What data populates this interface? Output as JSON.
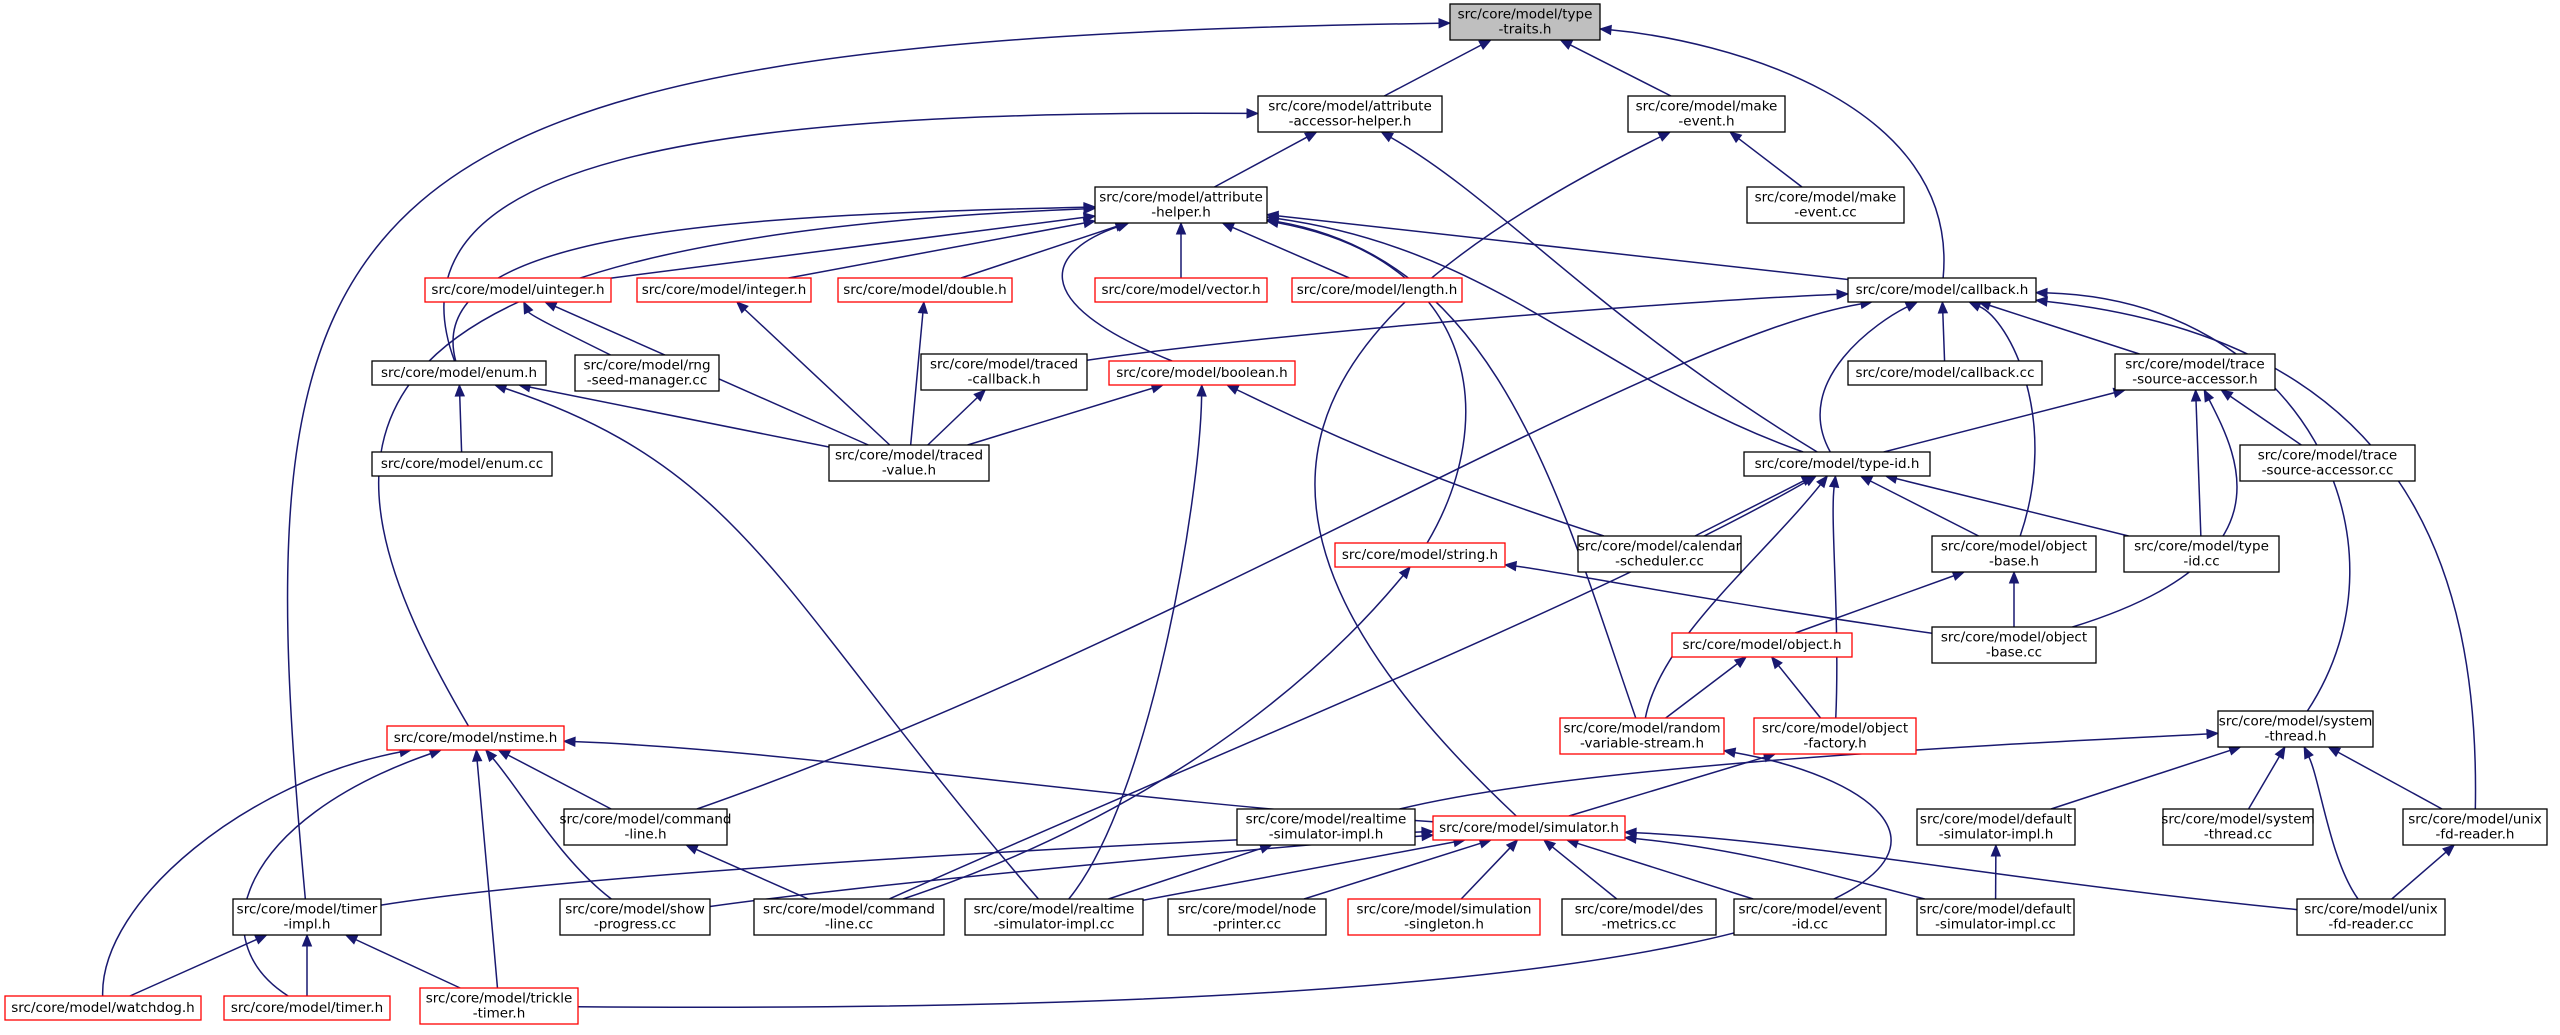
{
  "colors": {
    "edge": "#191970",
    "node_border_normal": "#000000",
    "node_border_truncated": "#ff0000",
    "root_fill": "#bfbfbf",
    "node_fill": "#ffffff"
  },
  "nodes": [
    {
      "id": "type_traits_h",
      "lines": [
        "src/core/model/type",
        "-traits.h"
      ],
      "style": "root"
    },
    {
      "id": "attribute_accessor_helper_h",
      "lines": [
        "src/core/model/attribute",
        "-accessor-helper.h"
      ],
      "style": "normal"
    },
    {
      "id": "make_event_h",
      "lines": [
        "src/core/model/make",
        "-event.h"
      ],
      "style": "normal"
    },
    {
      "id": "make_event_cc",
      "lines": [
        "src/core/model/make",
        "-event.cc"
      ],
      "style": "normal"
    },
    {
      "id": "attribute_helper_h",
      "lines": [
        "src/core/model/attribute",
        "-helper.h"
      ],
      "style": "normal"
    },
    {
      "id": "uinteger_h",
      "lines": [
        "src/core/model/uinteger.h"
      ],
      "style": "truncated"
    },
    {
      "id": "integer_h",
      "lines": [
        "src/core/model/integer.h"
      ],
      "style": "truncated"
    },
    {
      "id": "double_h",
      "lines": [
        "src/core/model/double.h"
      ],
      "style": "truncated"
    },
    {
      "id": "vector_h",
      "lines": [
        "src/core/model/vector.h"
      ],
      "style": "truncated"
    },
    {
      "id": "length_h",
      "lines": [
        "src/core/model/length.h"
      ],
      "style": "truncated"
    },
    {
      "id": "callback_h",
      "lines": [
        "src/core/model/callback.h"
      ],
      "style": "normal"
    },
    {
      "id": "rng_seed_manager_cc",
      "lines": [
        "src/core/model/rng",
        "-seed-manager.cc"
      ],
      "style": "normal"
    },
    {
      "id": "enum_h",
      "lines": [
        "src/core/model/enum.h"
      ],
      "style": "normal"
    },
    {
      "id": "traced_callback_h",
      "lines": [
        "src/core/model/traced",
        "-callback.h"
      ],
      "style": "normal"
    },
    {
      "id": "boolean_h",
      "lines": [
        "src/core/model/boolean.h"
      ],
      "style": "truncated"
    },
    {
      "id": "callback_cc",
      "lines": [
        "src/core/model/callback.cc"
      ],
      "style": "normal"
    },
    {
      "id": "trace_source_accessor_h",
      "lines": [
        "src/core/model/trace",
        "-source-accessor.h"
      ],
      "style": "normal"
    },
    {
      "id": "enum_cc",
      "lines": [
        "src/core/model/enum.cc"
      ],
      "style": "normal"
    },
    {
      "id": "traced_value_h",
      "lines": [
        "src/core/model/traced",
        "-value.h"
      ],
      "style": "normal"
    },
    {
      "id": "type_id_h",
      "lines": [
        "src/core/model/type-id.h"
      ],
      "style": "normal"
    },
    {
      "id": "trace_source_accessor_cc",
      "lines": [
        "src/core/model/trace",
        "-source-accessor.cc"
      ],
      "style": "normal"
    },
    {
      "id": "string_h",
      "lines": [
        "src/core/model/string.h"
      ],
      "style": "truncated"
    },
    {
      "id": "calendar_scheduler_cc",
      "lines": [
        "src/core/model/calendar",
        "-scheduler.cc"
      ],
      "style": "normal"
    },
    {
      "id": "object_base_h",
      "lines": [
        "src/core/model/object",
        "-base.h"
      ],
      "style": "normal"
    },
    {
      "id": "type_id_cc",
      "lines": [
        "src/core/model/type",
        "-id.cc"
      ],
      "style": "normal"
    },
    {
      "id": "object_h",
      "lines": [
        "src/core/model/object.h"
      ],
      "style": "truncated"
    },
    {
      "id": "object_base_cc",
      "lines": [
        "src/core/model/object",
        "-base.cc"
      ],
      "style": "normal"
    },
    {
      "id": "nstime_h",
      "lines": [
        "src/core/model/nstime.h"
      ],
      "style": "truncated"
    },
    {
      "id": "random_variable_stream_h",
      "lines": [
        "src/core/model/random",
        "-variable-stream.h"
      ],
      "style": "truncated"
    },
    {
      "id": "object_factory_h",
      "lines": [
        "src/core/model/object",
        "-factory.h"
      ],
      "style": "truncated"
    },
    {
      "id": "system_thread_h",
      "lines": [
        "src/core/model/system",
        "-thread.h"
      ],
      "style": "normal"
    },
    {
      "id": "command_line_h",
      "lines": [
        "src/core/model/command",
        "-line.h"
      ],
      "style": "normal"
    },
    {
      "id": "realtime_simulator_impl_h",
      "lines": [
        "src/core/model/realtime",
        "-simulator-impl.h"
      ],
      "style": "normal"
    },
    {
      "id": "simulator_h",
      "lines": [
        "src/core/model/simulator.h"
      ],
      "style": "truncated"
    },
    {
      "id": "default_simulator_impl_h",
      "lines": [
        "src/core/model/default",
        "-simulator-impl.h"
      ],
      "style": "normal"
    },
    {
      "id": "system_thread_cc",
      "lines": [
        "src/core/model/system",
        "-thread.cc"
      ],
      "style": "normal"
    },
    {
      "id": "unix_fd_reader_h",
      "lines": [
        "src/core/model/unix",
        "-fd-reader.h"
      ],
      "style": "normal"
    },
    {
      "id": "timer_impl_h",
      "lines": [
        "src/core/model/timer",
        "-impl.h"
      ],
      "style": "normal"
    },
    {
      "id": "show_progress_cc",
      "lines": [
        "src/core/model/show",
        "-progress.cc"
      ],
      "style": "normal"
    },
    {
      "id": "command_line_cc",
      "lines": [
        "src/core/model/command",
        "-line.cc"
      ],
      "style": "normal"
    },
    {
      "id": "realtime_simulator_impl_cc",
      "lines": [
        "src/core/model/realtime",
        "-simulator-impl.cc"
      ],
      "style": "normal"
    },
    {
      "id": "node_printer_cc",
      "lines": [
        "src/core/model/node",
        "-printer.cc"
      ],
      "style": "normal"
    },
    {
      "id": "simulation_singleton_h",
      "lines": [
        "src/core/model/simulation",
        "-singleton.h"
      ],
      "style": "truncated"
    },
    {
      "id": "des_metrics_cc",
      "lines": [
        "src/core/model/des",
        "-metrics.cc"
      ],
      "style": "normal"
    },
    {
      "id": "event_id_cc",
      "lines": [
        "src/core/model/event",
        "-id.cc"
      ],
      "style": "normal"
    },
    {
      "id": "default_simulator_impl_cc",
      "lines": [
        "src/core/model/default",
        "-simulator-impl.cc"
      ],
      "style": "normal"
    },
    {
      "id": "unix_fd_reader_cc",
      "lines": [
        "src/core/model/unix",
        "-fd-reader.cc"
      ],
      "style": "normal"
    },
    {
      "id": "watchdog_h",
      "lines": [
        "src/core/model/watchdog.h"
      ],
      "style": "truncated"
    },
    {
      "id": "timer_h",
      "lines": [
        "src/core/model/timer.h"
      ],
      "style": "truncated"
    },
    {
      "id": "trickle_timer_h",
      "lines": [
        "src/core/model/trickle",
        "-timer.h"
      ],
      "style": "truncated"
    }
  ],
  "edges": [
    {
      "from": "attribute_accessor_helper_h",
      "to": "type_traits_h"
    },
    {
      "from": "make_event_h",
      "to": "type_traits_h"
    },
    {
      "from": "callback_h",
      "to": "type_traits_h"
    },
    {
      "from": "timer_impl_h",
      "to": "type_traits_h"
    },
    {
      "from": "make_event_cc",
      "to": "make_event_h"
    },
    {
      "from": "simulator_h",
      "to": "make_event_h"
    },
    {
      "from": "attribute_helper_h",
      "to": "attribute_accessor_helper_h"
    },
    {
      "from": "type_id_h",
      "to": "attribute_accessor_helper_h"
    },
    {
      "from": "enum_h",
      "to": "attribute_accessor_helper_h"
    },
    {
      "from": "uinteger_h",
      "to": "attribute_helper_h"
    },
    {
      "from": "integer_h",
      "to": "attribute_helper_h"
    },
    {
      "from": "double_h",
      "to": "attribute_helper_h"
    },
    {
      "from": "vector_h",
      "to": "attribute_helper_h"
    },
    {
      "from": "length_h",
      "to": "attribute_helper_h"
    },
    {
      "from": "callback_h",
      "to": "attribute_helper_h"
    },
    {
      "from": "boolean_h",
      "to": "attribute_helper_h"
    },
    {
      "from": "enum_h",
      "to": "attribute_helper_h"
    },
    {
      "from": "nstime_h",
      "to": "attribute_helper_h"
    },
    {
      "from": "type_id_h",
      "to": "attribute_helper_h"
    },
    {
      "from": "string_h",
      "to": "attribute_helper_h"
    },
    {
      "from": "random_variable_stream_h",
      "to": "attribute_helper_h"
    },
    {
      "from": "rng_seed_manager_cc",
      "to": "uinteger_h"
    },
    {
      "from": "traced_value_h",
      "to": "uinteger_h"
    },
    {
      "from": "traced_value_h",
      "to": "integer_h"
    },
    {
      "from": "traced_value_h",
      "to": "double_h"
    },
    {
      "from": "traced_value_h",
      "to": "boolean_h"
    },
    {
      "from": "calendar_scheduler_cc",
      "to": "boolean_h"
    },
    {
      "from": "realtime_simulator_impl_cc",
      "to": "boolean_h"
    },
    {
      "from": "traced_callback_h",
      "to": "callback_h"
    },
    {
      "from": "callback_cc",
      "to": "callback_h"
    },
    {
      "from": "trace_source_accessor_h",
      "to": "callback_h"
    },
    {
      "from": "type_id_h",
      "to": "callback_h"
    },
    {
      "from": "object_base_h",
      "to": "callback_h"
    },
    {
      "from": "command_line_h",
      "to": "callback_h"
    },
    {
      "from": "system_thread_h",
      "to": "callback_h"
    },
    {
      "from": "unix_fd_reader_h",
      "to": "callback_h"
    },
    {
      "from": "traced_value_h",
      "to": "traced_callback_h"
    },
    {
      "from": "enum_cc",
      "to": "enum_h"
    },
    {
      "from": "traced_value_h",
      "to": "enum_h"
    },
    {
      "from": "realtime_simulator_impl_cc",
      "to": "enum_h"
    },
    {
      "from": "type_id_h",
      "to": "trace_source_accessor_h"
    },
    {
      "from": "trace_source_accessor_cc",
      "to": "trace_source_accessor_h"
    },
    {
      "from": "type_id_cc",
      "to": "trace_source_accessor_h"
    },
    {
      "from": "object_base_cc",
      "to": "trace_source_accessor_h"
    },
    {
      "from": "calendar_scheduler_cc",
      "to": "type_id_h"
    },
    {
      "from": "object_base_h",
      "to": "type_id_h"
    },
    {
      "from": "type_id_cc",
      "to": "type_id_h"
    },
    {
      "from": "random_variable_stream_h",
      "to": "type_id_h"
    },
    {
      "from": "object_factory_h",
      "to": "type_id_h"
    },
    {
      "from": "command_line_cc",
      "to": "type_id_h"
    },
    {
      "from": "object_base_cc",
      "to": "object_base_h"
    },
    {
      "from": "object_h",
      "to": "object_base_h"
    },
    {
      "from": "random_variable_stream_h",
      "to": "object_h"
    },
    {
      "from": "object_factory_h",
      "to": "object_h"
    },
    {
      "from": "object_base_cc",
      "to": "string_h"
    },
    {
      "from": "command_line_cc",
      "to": "string_h"
    },
    {
      "from": "simulator_h",
      "to": "object_factory_h"
    },
    {
      "from": "trickle_timer_h",
      "to": "random_variable_stream_h"
    },
    {
      "from": "command_line_h",
      "to": "nstime_h"
    },
    {
      "from": "simulator_h",
      "to": "nstime_h"
    },
    {
      "from": "watchdog_h",
      "to": "nstime_h"
    },
    {
      "from": "timer_h",
      "to": "nstime_h"
    },
    {
      "from": "trickle_timer_h",
      "to": "nstime_h"
    },
    {
      "from": "show_progress_cc",
      "to": "nstime_h"
    },
    {
      "from": "command_line_cc",
      "to": "command_line_h"
    },
    {
      "from": "realtime_simulator_impl_cc",
      "to": "realtime_simulator_impl_h"
    },
    {
      "from": "realtime_simulator_impl_h",
      "to": "system_thread_h"
    },
    {
      "from": "default_simulator_impl_h",
      "to": "system_thread_h"
    },
    {
      "from": "system_thread_cc",
      "to": "system_thread_h"
    },
    {
      "from": "unix_fd_reader_h",
      "to": "system_thread_h"
    },
    {
      "from": "unix_fd_reader_cc",
      "to": "system_thread_h"
    },
    {
      "from": "default_simulator_impl_cc",
      "to": "default_simulator_impl_h"
    },
    {
      "from": "unix_fd_reader_cc",
      "to": "unix_fd_reader_h"
    },
    {
      "from": "timer_impl_h",
      "to": "simulator_h"
    },
    {
      "from": "show_progress_cc",
      "to": "simulator_h"
    },
    {
      "from": "realtime_simulator_impl_cc",
      "to": "simulator_h"
    },
    {
      "from": "node_printer_cc",
      "to": "simulator_h"
    },
    {
      "from": "simulation_singleton_h",
      "to": "simulator_h"
    },
    {
      "from": "des_metrics_cc",
      "to": "simulator_h"
    },
    {
      "from": "event_id_cc",
      "to": "simulator_h"
    },
    {
      "from": "default_simulator_impl_cc",
      "to": "simulator_h"
    },
    {
      "from": "unix_fd_reader_cc",
      "to": "simulator_h"
    },
    {
      "from": "watchdog_h",
      "to": "timer_impl_h"
    },
    {
      "from": "timer_h",
      "to": "timer_impl_h"
    },
    {
      "from": "trickle_timer_h",
      "to": "timer_impl_h"
    }
  ]
}
